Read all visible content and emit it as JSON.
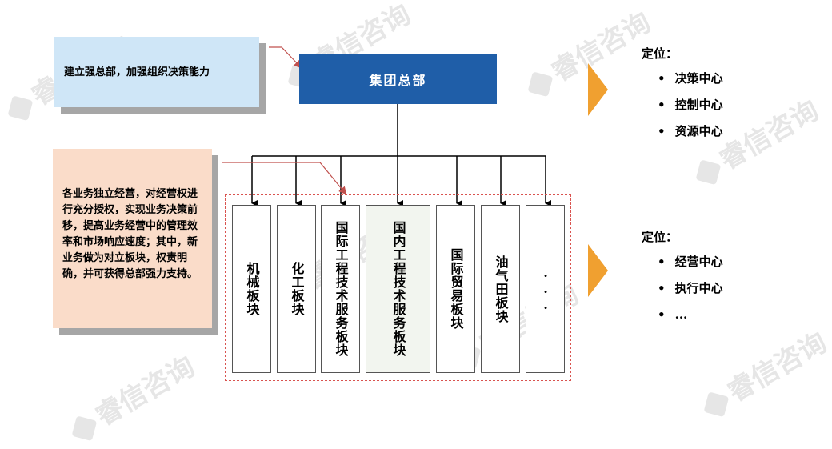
{
  "watermark": "睿信咨询",
  "hq": {
    "label": "集团总部"
  },
  "notes": {
    "top": "建立强总部，加强组织决策能力",
    "bottom": "各业务独立经营，对经营权进行充分授权，实现业务决策前移，提高业务经营中的管理效率和市场响应速度；其中，新业务做为对立板块，权责明确，并可获得总部强力支持。"
  },
  "boards": [
    {
      "label": "机械板块"
    },
    {
      "label": "化工板块"
    },
    {
      "label": "国际工程技术服务板块"
    },
    {
      "label": "国内工程技术服务板块"
    },
    {
      "label": "国际贸易板块"
    },
    {
      "label": "油气田板块"
    },
    {
      "label": "..."
    }
  ],
  "positioning": {
    "hq": {
      "title": "定位：",
      "items": [
        "决策中心",
        "控制中心",
        "资源中心"
      ]
    },
    "boards": {
      "title": "定位：",
      "items": [
        "经营中心",
        "执行中心",
        "..."
      ]
    }
  },
  "colors": {
    "hq_fill": "#1f5ea8",
    "note_top": "#cfe6f7",
    "note_bottom": "#fadcc9",
    "arrow": "#f0a030",
    "dashed": "#d9534f"
  }
}
